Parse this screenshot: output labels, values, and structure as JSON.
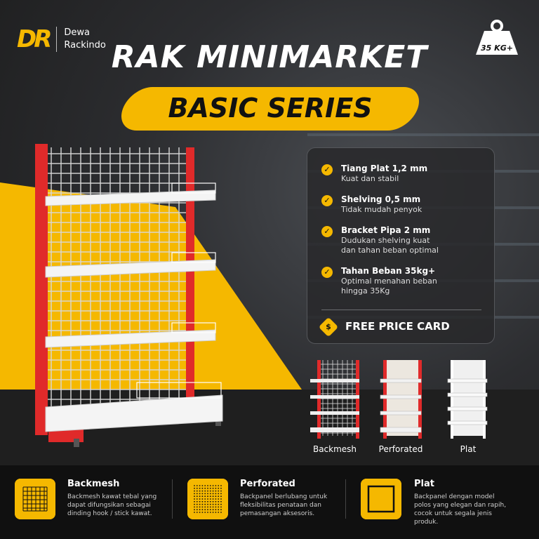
{
  "brand": {
    "mark": "DR",
    "name_line1": "Dewa",
    "name_line2": "Rackindo"
  },
  "weight_badge": "35 KG+",
  "title": "RAK MINIMARKET",
  "subtitle": "BASIC SERIES",
  "specs": [
    {
      "title": "Tiang Plat 1,2 mm",
      "desc": "Kuat dan stabil"
    },
    {
      "title": "Shelving 0,5 mm",
      "desc": "Tidak mudah penyok"
    },
    {
      "title": "Bracket Pipa 2 mm",
      "desc_line1": "Dudukan shelving kuat",
      "desc_line2": "dan tahan beban optimal"
    },
    {
      "title": "Tahan Beban 35kg+",
      "desc_line1": "Optimal menahan beban",
      "desc_line2": "hingga 35Kg"
    }
  ],
  "price_card": "FREE PRICE CARD",
  "variants": [
    "Backmesh",
    "Perforated",
    "Plat"
  ],
  "features": [
    {
      "title": "Backmesh",
      "desc": "Backmesh kawat tebal yang dapat difungsikan sebagai dinding hook / stick kawat."
    },
    {
      "title": "Perforated",
      "desc": "Backpanel berlubang untuk fleksibilitas penataan dan pemasangan aksesoris."
    },
    {
      "title": "Plat",
      "desc": "Backpanel dengan model polos yang elegan dan rapih, cocok untuk segala jenis produk."
    }
  ],
  "colors": {
    "accent": "#f5b800",
    "rack_red": "#e02a2a",
    "dark": "#101010"
  }
}
